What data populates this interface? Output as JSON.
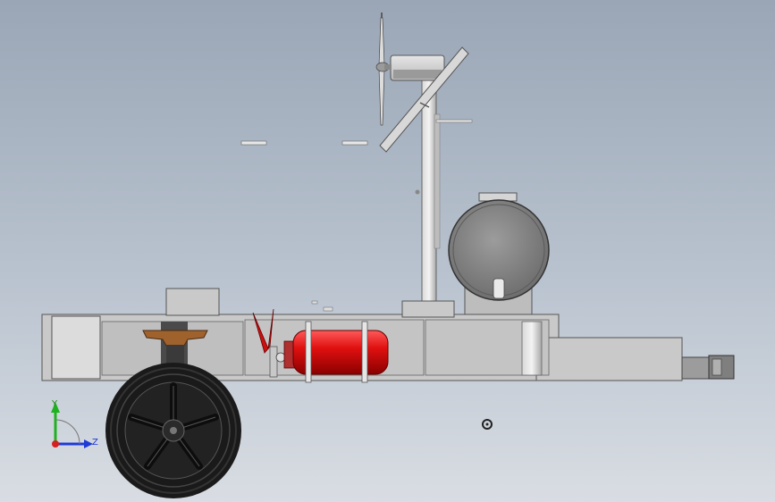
{
  "triad": {
    "y_label": "Y",
    "z_label": "Z",
    "colors": {
      "y": "#1fb21f",
      "z": "#1f3ad6",
      "x": "#d61f1f"
    }
  },
  "colors": {
    "background_top": "#9aa6b6",
    "background_bottom": "#d9dde3",
    "frame": "#c9c9c9",
    "frame_outline": "#555555",
    "extinguisher": "#e01010",
    "tank": "#8a8a8a",
    "tire": "#1a1a1a",
    "bracket": "#a0622d"
  },
  "icons": [
    "trailer-frame",
    "wheel",
    "fire-extinguisher",
    "water-tank",
    "wind-turbine",
    "solar-panel",
    "coordinate-triad"
  ]
}
